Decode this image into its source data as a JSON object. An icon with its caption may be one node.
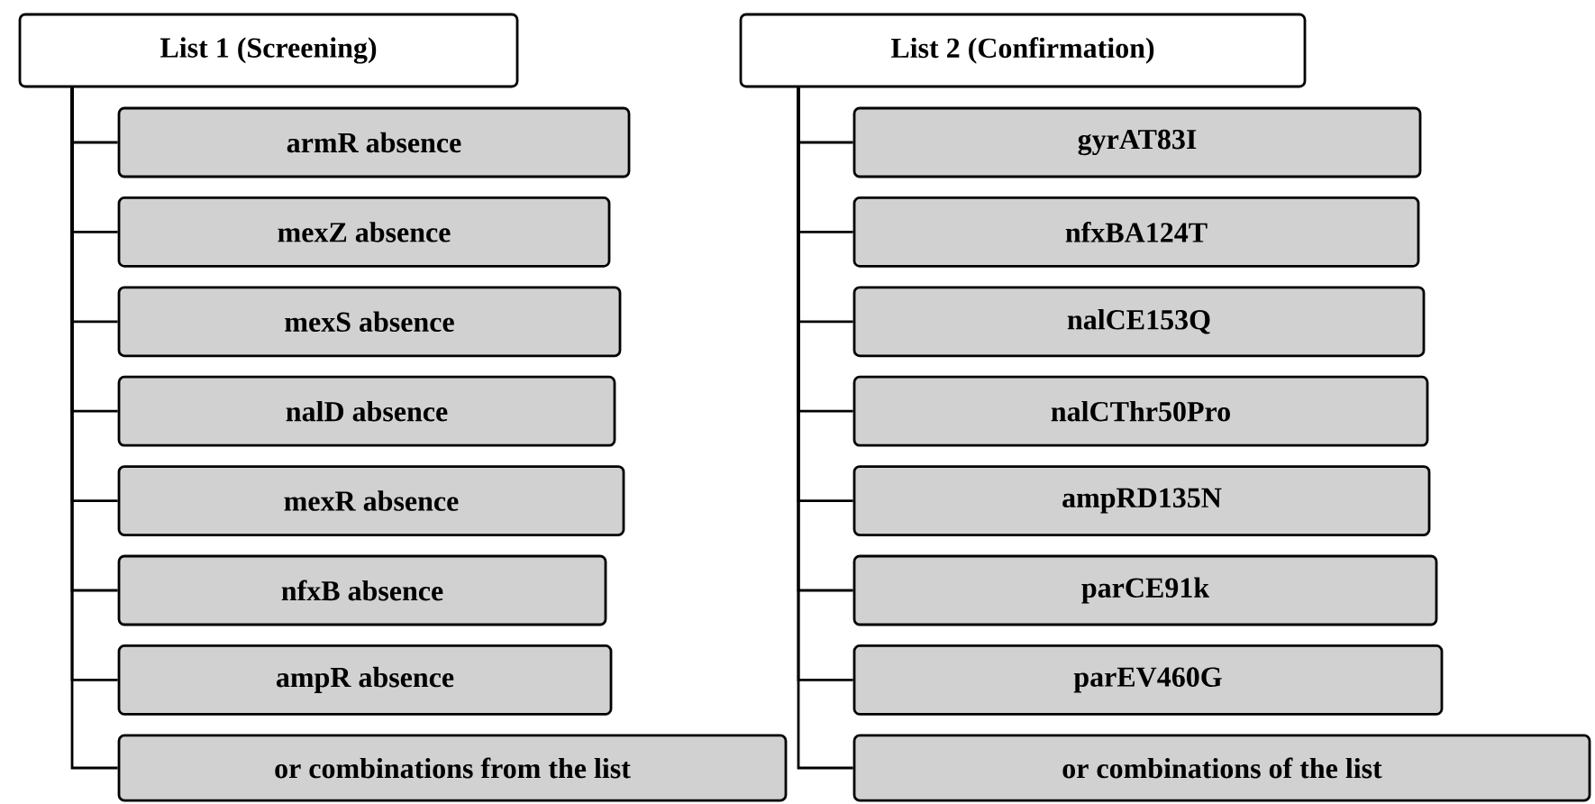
{
  "diagram": {
    "nodes": [
      {
        "text": [
          "List 1 (Screening)"
        ]
      },
      {
        "text": [
          "armR absence"
        ]
      },
      {
        "text": [
          "mexZ absence"
        ]
      },
      {
        "text": [
          "mexS absence"
        ]
      },
      {
        "text": [
          "nalD absence"
        ]
      },
      {
        "text": [
          "mexR absence"
        ]
      },
      {
        "text": [
          "nfxB absence"
        ]
      },
      {
        "text": [
          "ampR absence"
        ]
      },
      {
        "text": [
          "or combinations from the list"
        ]
      },
      {
        "text": [
          "List 2 (Confirmation)"
        ]
      },
      {
        "text": [
          "gyrAT83I"
        ]
      },
      {
        "text": [
          "nfxBA124T"
        ]
      },
      {
        "text": [
          "nalCE153Q"
        ]
      },
      {
        "text": [
          "nalCThr50Pro"
        ]
      },
      {
        "text": [
          "ampRD135N"
        ]
      },
      {
        "text": [
          "parCE91k"
        ]
      },
      {
        "text": [
          "parEV460G"
        ]
      },
      {
        "text": [
          "or combinations of the list"
        ]
      }
    ],
    "edges": [
      {
        "from": 0,
        "to": 1,
        "arrow": "none"
      },
      {
        "from": 0,
        "to": 2,
        "arrow": "none"
      },
      {
        "from": 0,
        "to": 3,
        "arrow": "none"
      },
      {
        "from": 0,
        "to": 4,
        "arrow": "none"
      },
      {
        "from": 0,
        "to": 5,
        "arrow": "none"
      },
      {
        "from": 0,
        "to": 6,
        "arrow": "none"
      },
      {
        "from": 0,
        "to": 7,
        "arrow": "none"
      },
      {
        "from": 0,
        "to": 8,
        "arrow": "none"
      },
      {
        "from": 9,
        "to": 10,
        "arrow": "none"
      },
      {
        "from": 9,
        "to": 11,
        "arrow": "none"
      },
      {
        "from": 9,
        "to": 12,
        "arrow": "none"
      },
      {
        "from": 9,
        "to": 13,
        "arrow": "none"
      },
      {
        "from": 9,
        "to": 14,
        "arrow": "none"
      },
      {
        "from": 9,
        "to": 15,
        "arrow": "none"
      },
      {
        "from": 9,
        "to": 16,
        "arrow": "none"
      },
      {
        "from": 9,
        "to": 17,
        "arrow": "none"
      }
    ]
  }
}
